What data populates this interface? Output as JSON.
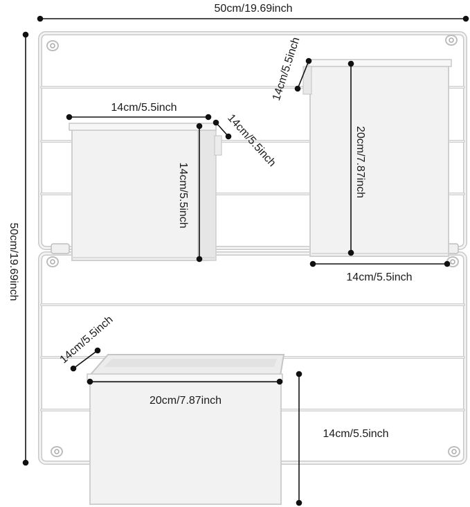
{
  "dimensions": {
    "overall_width": "50cm/19.69inch",
    "overall_height": "50cm/19.69inch",
    "basket_top_left": {
      "width": "14cm/5.5inch",
      "depth": "14cm/5.5inch",
      "height": "14cm/5.5inch"
    },
    "basket_top_right": {
      "depth": "14cm/5.5inch",
      "height": "20cm/7.87inch",
      "width": "14cm/5.5inch"
    },
    "basket_bottom": {
      "depth": "14cm/5.5inch",
      "width": "20cm/7.87inch",
      "height": "14cm/5.5inch"
    }
  },
  "colors": {
    "rack_wire": "#e4e4e4",
    "rack_edge": "#c9c9c9",
    "basket_face": "#f1f1f1",
    "basket_edge": "#d2d2d2",
    "dimension_line": "#111111",
    "background": "#ffffff"
  }
}
